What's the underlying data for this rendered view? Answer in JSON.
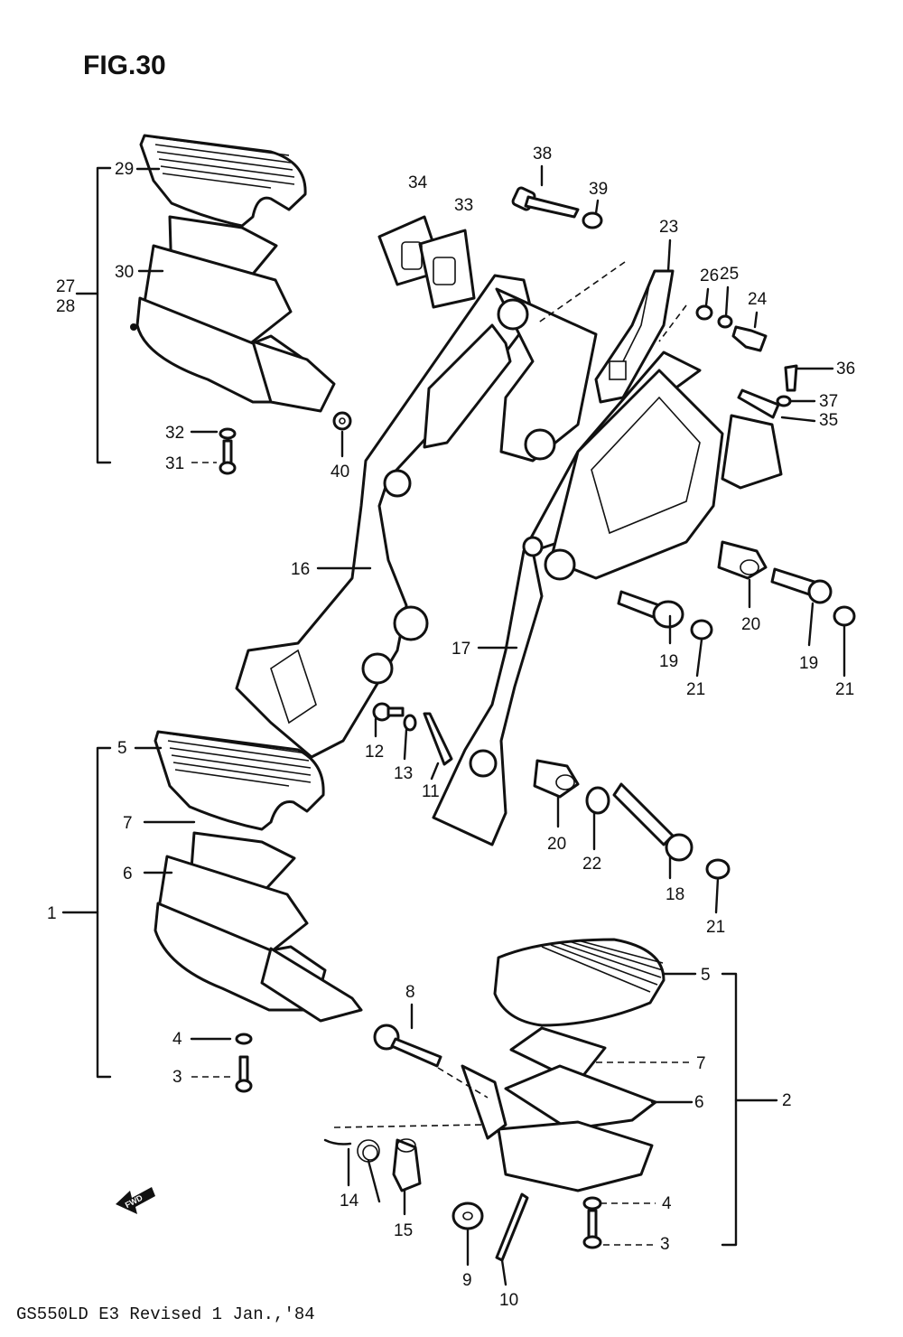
{
  "figure": {
    "title": "FIG.30"
  },
  "footer": {
    "text": "GS550LD E3  Revised 1 Jan.,'84"
  },
  "fwd_arrow": {
    "label": "FWD"
  },
  "callouts": [
    {
      "label": "29"
    },
    {
      "label": "27"
    },
    {
      "label": "28"
    },
    {
      "label": "30"
    },
    {
      "label": "32"
    },
    {
      "label": "31"
    },
    {
      "label": "40"
    },
    {
      "label": "34"
    },
    {
      "label": "33"
    },
    {
      "label": "38"
    },
    {
      "label": "39"
    },
    {
      "label": "23"
    },
    {
      "label": "26"
    },
    {
      "label": "25"
    },
    {
      "label": "24"
    },
    {
      "label": "36"
    },
    {
      "label": "37"
    },
    {
      "label": "35"
    },
    {
      "label": "16"
    },
    {
      "label": "17"
    },
    {
      "label": "19"
    },
    {
      "label": "21"
    },
    {
      "label": "20"
    },
    {
      "label": "19"
    },
    {
      "label": "21"
    },
    {
      "label": "12"
    },
    {
      "label": "13"
    },
    {
      "label": "11"
    },
    {
      "label": "20"
    },
    {
      "label": "22"
    },
    {
      "label": "18"
    },
    {
      "label": "21"
    },
    {
      "label": "5"
    },
    {
      "label": "7"
    },
    {
      "label": "6"
    },
    {
      "label": "1"
    },
    {
      "label": "8"
    },
    {
      "label": "4"
    },
    {
      "label": "3"
    },
    {
      "label": "5"
    },
    {
      "label": "7"
    },
    {
      "label": "6"
    },
    {
      "label": "2"
    },
    {
      "label": "14"
    },
    {
      "label": "15"
    },
    {
      "label": "9"
    },
    {
      "label": "10"
    },
    {
      "label": "4"
    },
    {
      "label": "3"
    }
  ]
}
